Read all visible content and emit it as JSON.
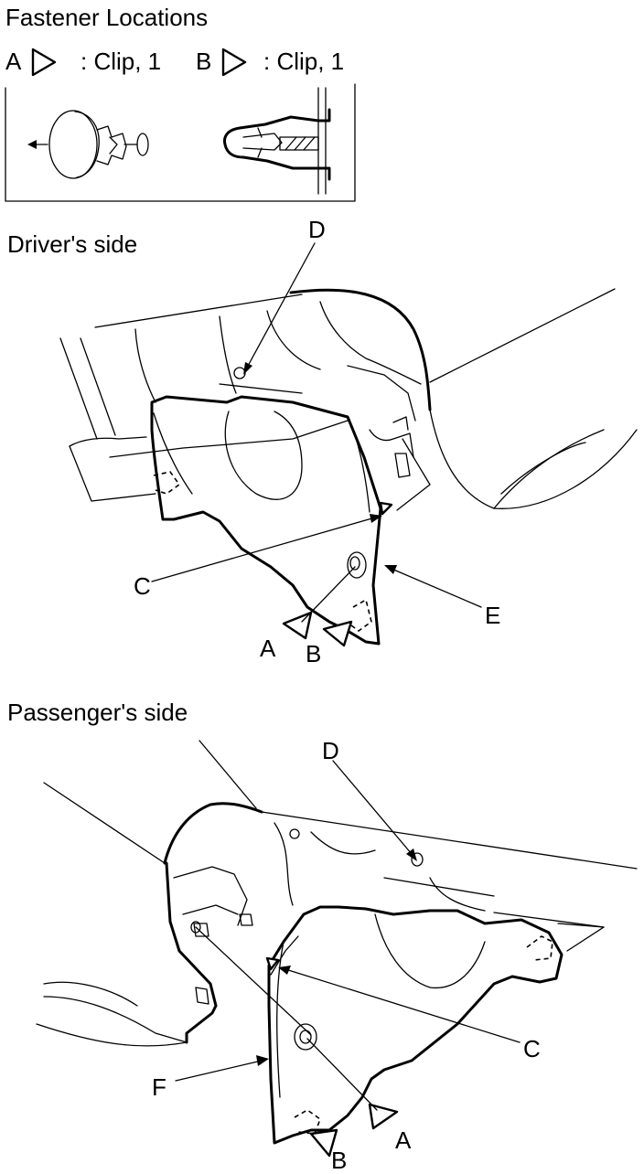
{
  "title": "Fastener Locations",
  "legend": [
    {
      "letter": "A",
      "text": ": Clip, 1"
    },
    {
      "letter": "B",
      "text": ": Clip, 1"
    }
  ],
  "sections": {
    "driver": {
      "heading": "Driver's side",
      "callouts": {
        "a": "A",
        "b": "B",
        "c": "C",
        "d": "D",
        "e": "E"
      }
    },
    "passenger": {
      "heading": "Passenger's side",
      "callouts": {
        "a": "A",
        "b": "B",
        "c": "C",
        "d": "D",
        "f": "F"
      }
    }
  }
}
